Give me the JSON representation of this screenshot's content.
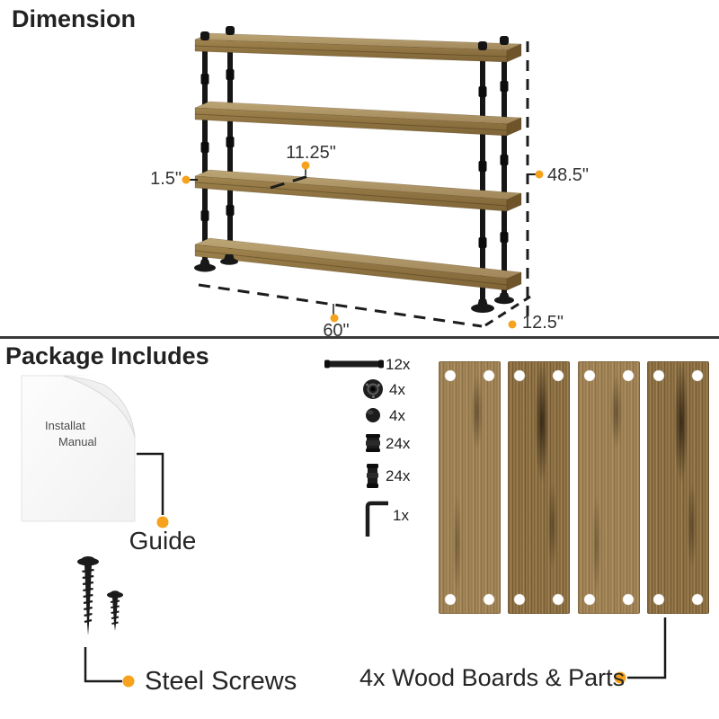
{
  "accent_color": "#F6A21D",
  "dimension_section": {
    "title": "Dimension",
    "labels": {
      "shelf_depth": "11.25\"",
      "board_thickness": "1.5\"",
      "height": "48.5\"",
      "width": "60\"",
      "depth": "12.5\""
    }
  },
  "package_section": {
    "title": "Package Includes",
    "manual": {
      "page_line1": "Installat",
      "page_line2": "Manual",
      "label": "Guide"
    },
    "screws": {
      "label": "Steel Screws"
    },
    "hardware": {
      "items": [
        {
          "name": "pipe",
          "qty": "12x"
        },
        {
          "name": "floor-flange",
          "qty": "4x"
        },
        {
          "name": "end-cap",
          "qty": "4x"
        },
        {
          "name": "short-connector",
          "qty": "24x"
        },
        {
          "name": "long-connector",
          "qty": "24x"
        },
        {
          "name": "allen-key",
          "qty": "1x"
        }
      ]
    },
    "boards": {
      "label": "4x Wood Boards & Parts"
    }
  }
}
